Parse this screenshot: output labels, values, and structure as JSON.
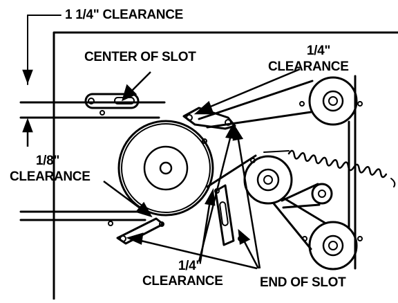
{
  "labels": {
    "top_clearance": "1 1/4\" CLEARANCE",
    "center_of_slot": "CENTER OF SLOT",
    "right_quarter_line1": "1/4\"",
    "right_quarter_line2": "CLEARANCE",
    "eighth_line1": "1/8\"",
    "eighth_line2": "CLEARANCE",
    "bottom_quarter_line1": "1/4\"",
    "bottom_quarter_line2": "CLEARANCE",
    "end_of_slot": "END OF SLOT"
  },
  "colors": {
    "ink": "#000000",
    "paper": "#ffffff"
  }
}
